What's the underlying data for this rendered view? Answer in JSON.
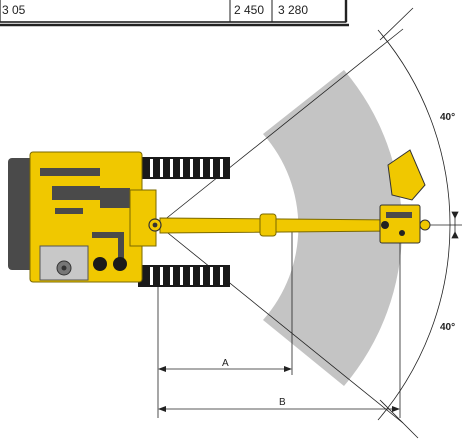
{
  "table": {
    "left_cell_partial": "3 05",
    "cell_1": "2 450",
    "cell_2": "3 280"
  },
  "dimensions": {
    "a_label": "A",
    "b_label": "B"
  },
  "angles": {
    "upper": "40°",
    "lower": "40°"
  },
  "colors": {
    "machine_body": "#f0c800",
    "machine_dark": "#4a4a4a",
    "track": "#1a1a1a",
    "coverage_zone": "#c4c4c4",
    "line": "#222222"
  }
}
